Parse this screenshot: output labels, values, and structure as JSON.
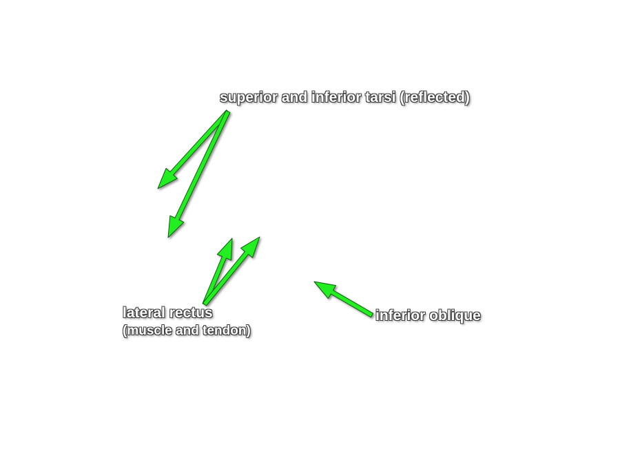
{
  "labels": {
    "superior_tarsi": "superior and inferior tarsi (reflected)",
    "lateral_rectus_line1": "lateral rectus",
    "lateral_rectus_line2": "(muscle and tendon)",
    "inferior_oblique": "inferior oblique"
  },
  "colors": {
    "arrow_fill": "#22ee22",
    "arrow_outline": "#0a5a0a",
    "label_text": "#ffffff",
    "background": "#ffffff"
  }
}
